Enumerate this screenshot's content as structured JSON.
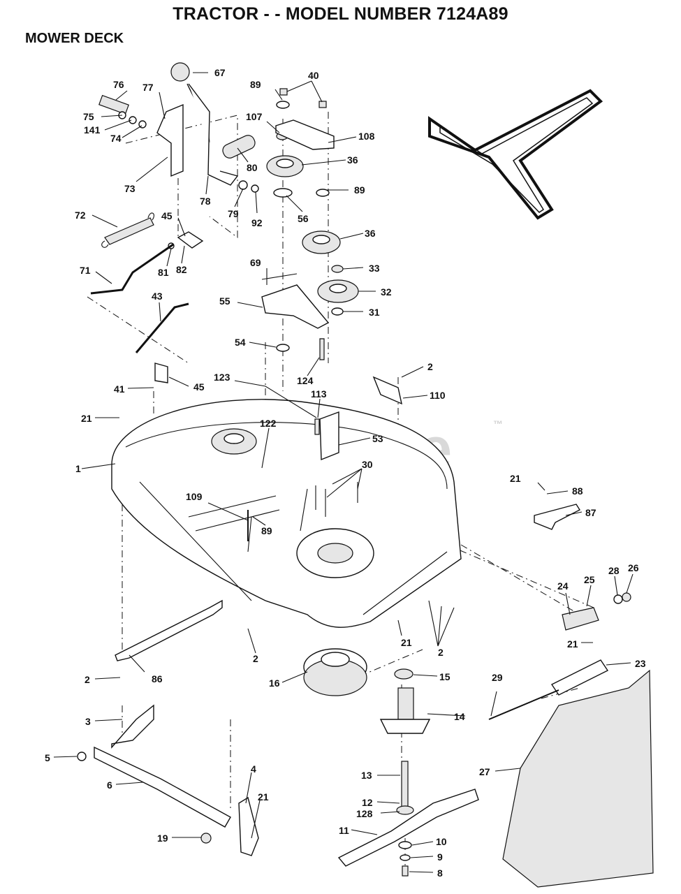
{
  "header": {
    "title": "TRACTOR - - MODEL NUMBER 7124A89",
    "section": "MOWER DECK"
  },
  "watermark": {
    "text": "PartsTree",
    "trademark": "™"
  },
  "callouts": [
    "76",
    "77",
    "67",
    "89",
    "40",
    "75",
    "141",
    "74",
    "107",
    "108",
    "73",
    "80",
    "36",
    "78",
    "79",
    "92",
    "89",
    "56",
    "72",
    "45",
    "81",
    "82",
    "36",
    "33",
    "71",
    "69",
    "32",
    "43",
    "55",
    "31",
    "54",
    "124",
    "2",
    "41",
    "45",
    "123",
    "110",
    "113",
    "21",
    "53",
    "122",
    "1",
    "30",
    "21",
    "88",
    "109",
    "89",
    "87",
    "28",
    "26",
    "24",
    "25",
    "21",
    "21",
    "2",
    "2",
    "86",
    "23",
    "2",
    "16",
    "15",
    "29",
    "14",
    "3",
    "5",
    "27",
    "6",
    "4",
    "13",
    "21",
    "12",
    "128",
    "11",
    "19",
    "10",
    "9",
    "8"
  ]
}
